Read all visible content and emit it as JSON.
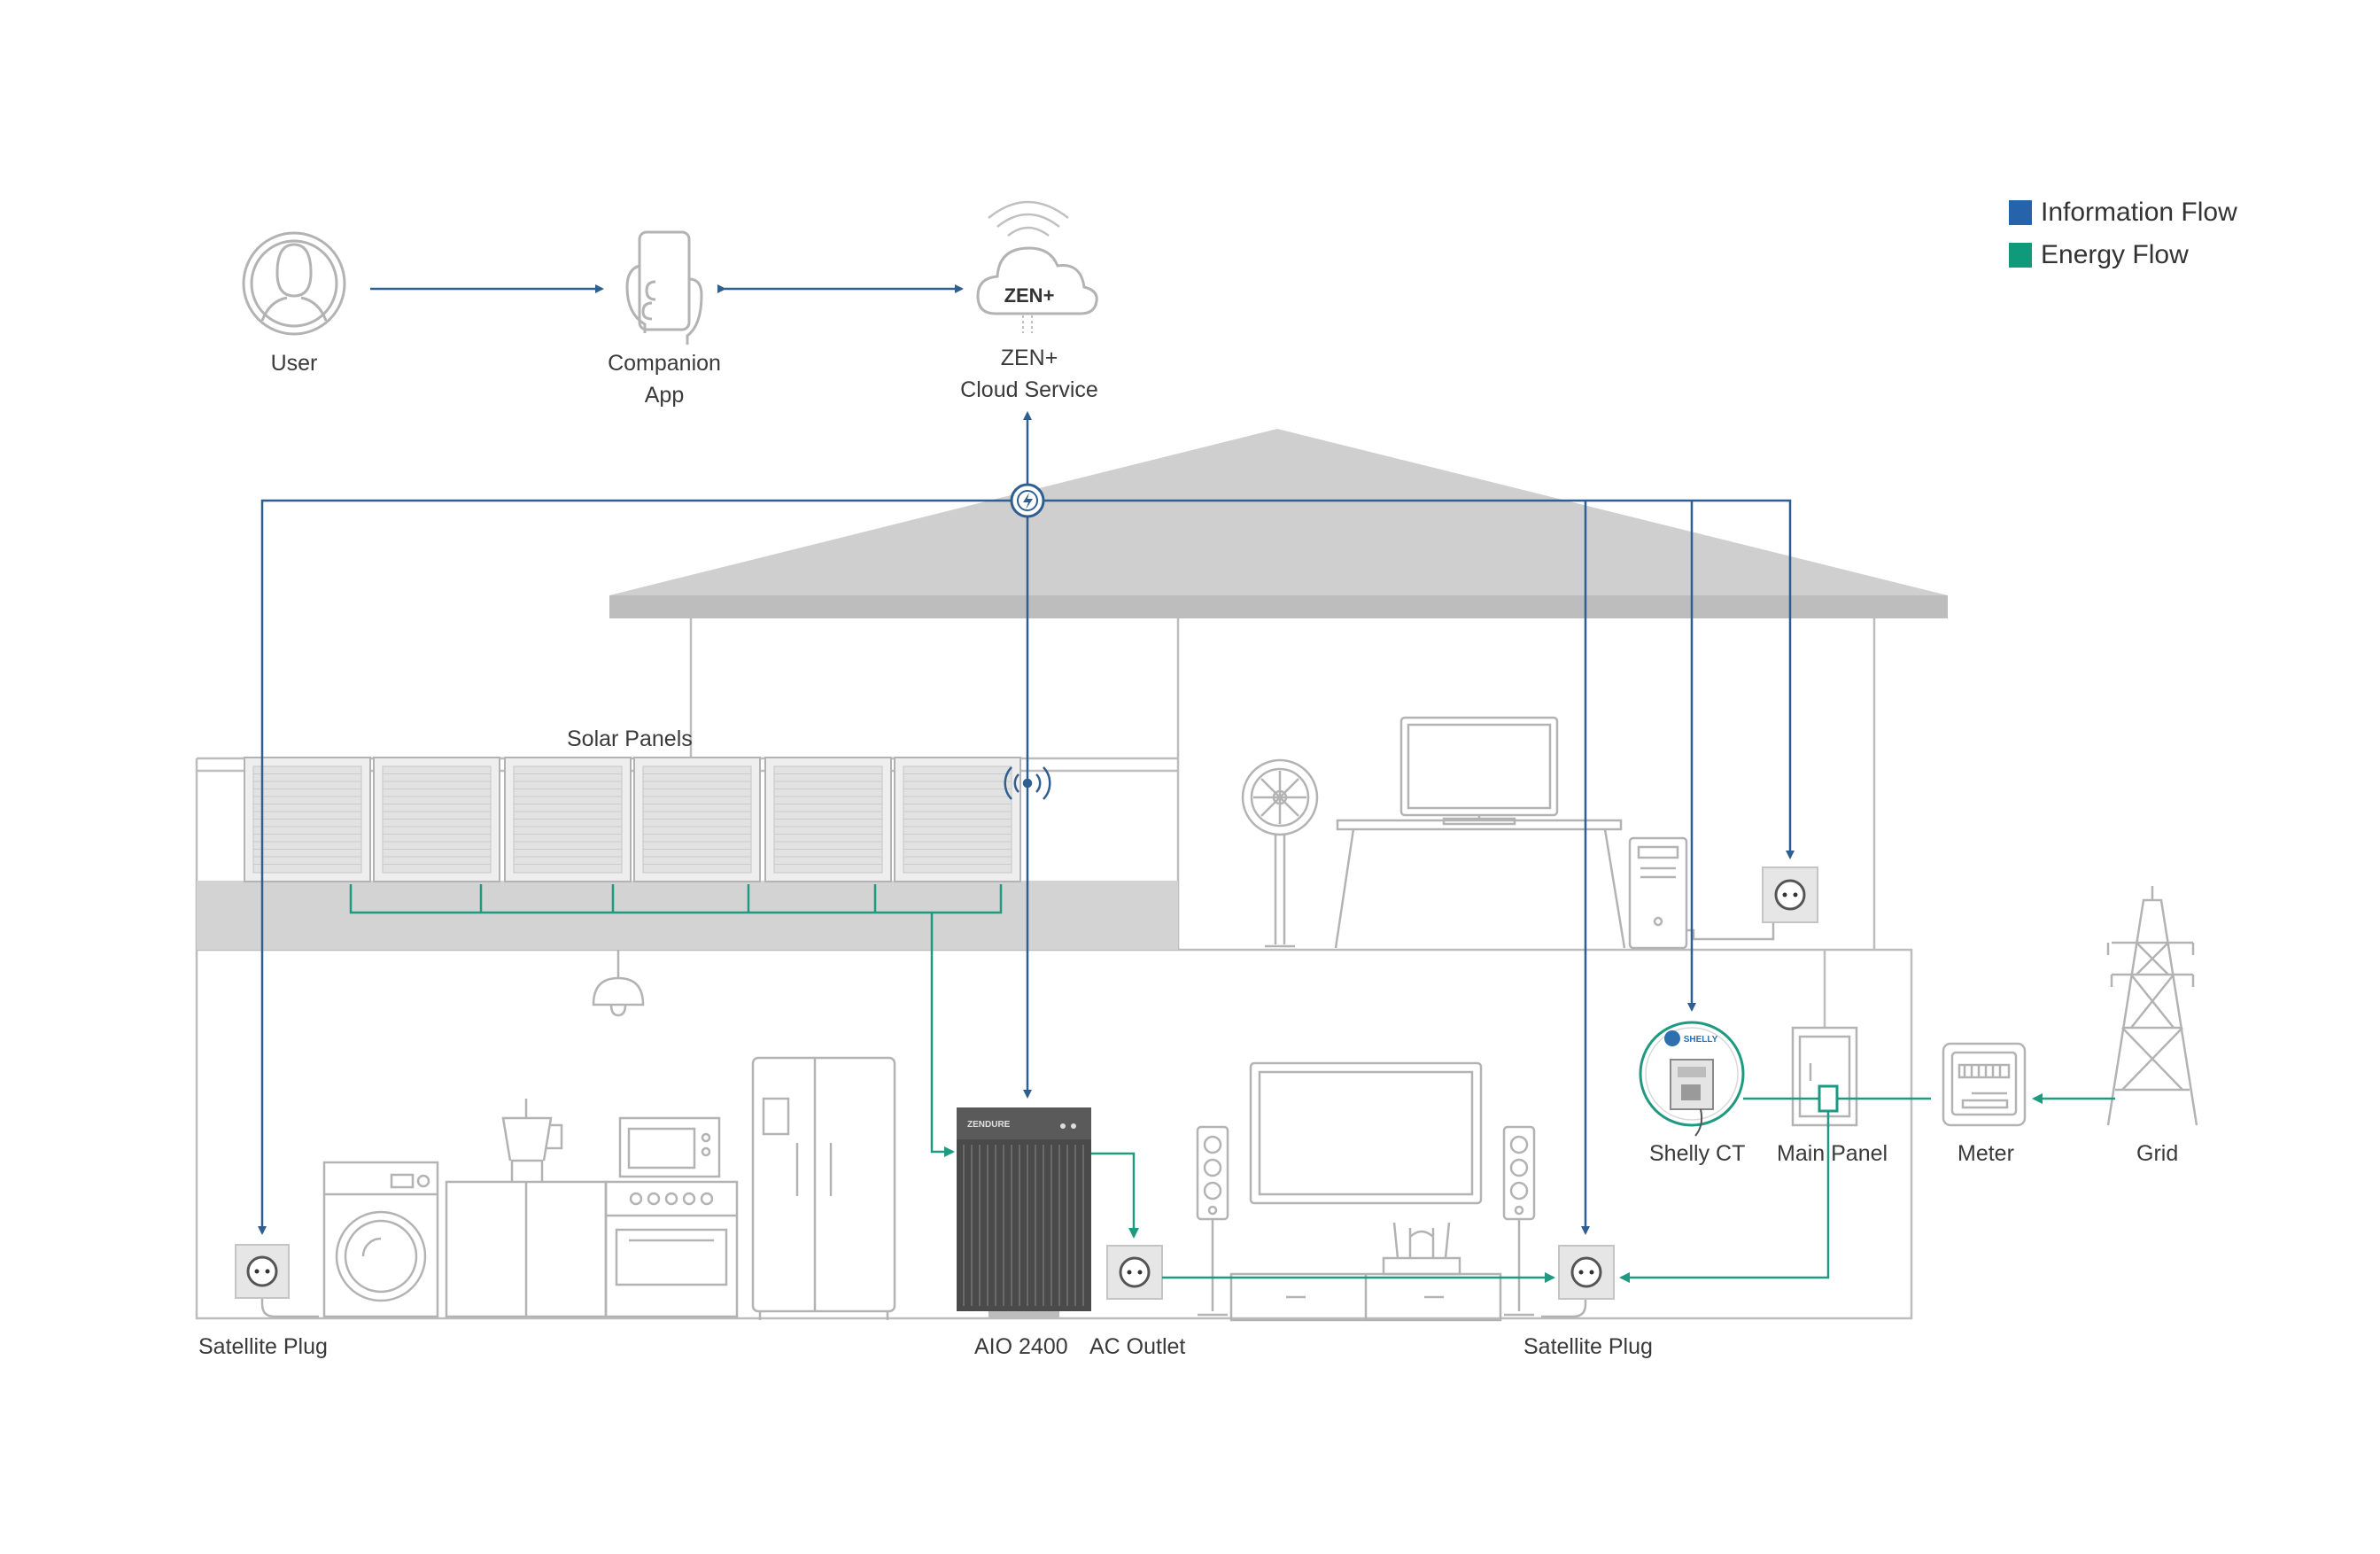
{
  "legend": {
    "information_flow": "Information Flow",
    "energy_flow": "Energy Flow",
    "information_color": "#2563ab",
    "energy_color": "#109a7c"
  },
  "nodes": {
    "user": "User",
    "companion_app_line1": "Companion",
    "companion_app_line2": "App",
    "cloud_badge": "ZEN+",
    "cloud_line1": "ZEN+",
    "cloud_line2": "Cloud Service",
    "solar_panels": "Solar Panels",
    "satellite_plug_left": "Satellite Plug",
    "aio": "AIO 2400",
    "ac_outlet": "AC Outlet",
    "satellite_plug_right": "Satellite Plug",
    "shelly_ct": "Shelly CT",
    "shelly_logo": "SHELLY",
    "main_panel": "Main Panel",
    "meter": "Meter",
    "grid": "Grid",
    "aio_brand": "ZENDURE"
  },
  "colors": {
    "info_line": "#2f5f91",
    "energy_line": "#1f9a80",
    "outline": "#a9a9a9",
    "roof": "#cfcfcf"
  }
}
